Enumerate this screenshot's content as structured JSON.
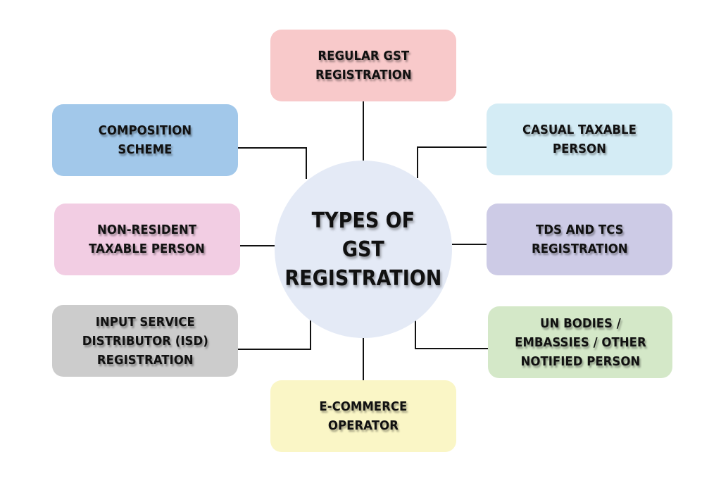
{
  "center": {
    "label": "TYPES OF\nGST\nREGISTRATION",
    "color": "#e4eaf6"
  },
  "boxes": [
    {
      "id": "regular",
      "label": "REGULAR GST\nREGISTRATION",
      "color": "#f8c9ca"
    },
    {
      "id": "composition",
      "label": "COMPOSITION\nSCHEME",
      "color": "#a2c8ea"
    },
    {
      "id": "casual",
      "label": "CASUAL TAXABLE\nPERSON",
      "color": "#d4ecf5"
    },
    {
      "id": "nonresident",
      "label": "NON-RESIDENT\nTAXABLE PERSON",
      "color": "#f2cde3"
    },
    {
      "id": "tds",
      "label": "TDS AND TCS\nREGISTRATION",
      "color": "#cdcbe6"
    },
    {
      "id": "isd",
      "label": "INPUT SERVICE\nDISTRIBUTOR (ISD)\nREGISTRATION",
      "color": "#cccccc"
    },
    {
      "id": "un",
      "label": "UN BODIES /\nEMBASSIES / OTHER\nNOTIFIED PERSON",
      "color": "#d4e8c8"
    },
    {
      "id": "ecommerce",
      "label": "E-COMMERCE\nOPERATOR",
      "color": "#faf6c6"
    }
  ],
  "connector_color": "#111111"
}
